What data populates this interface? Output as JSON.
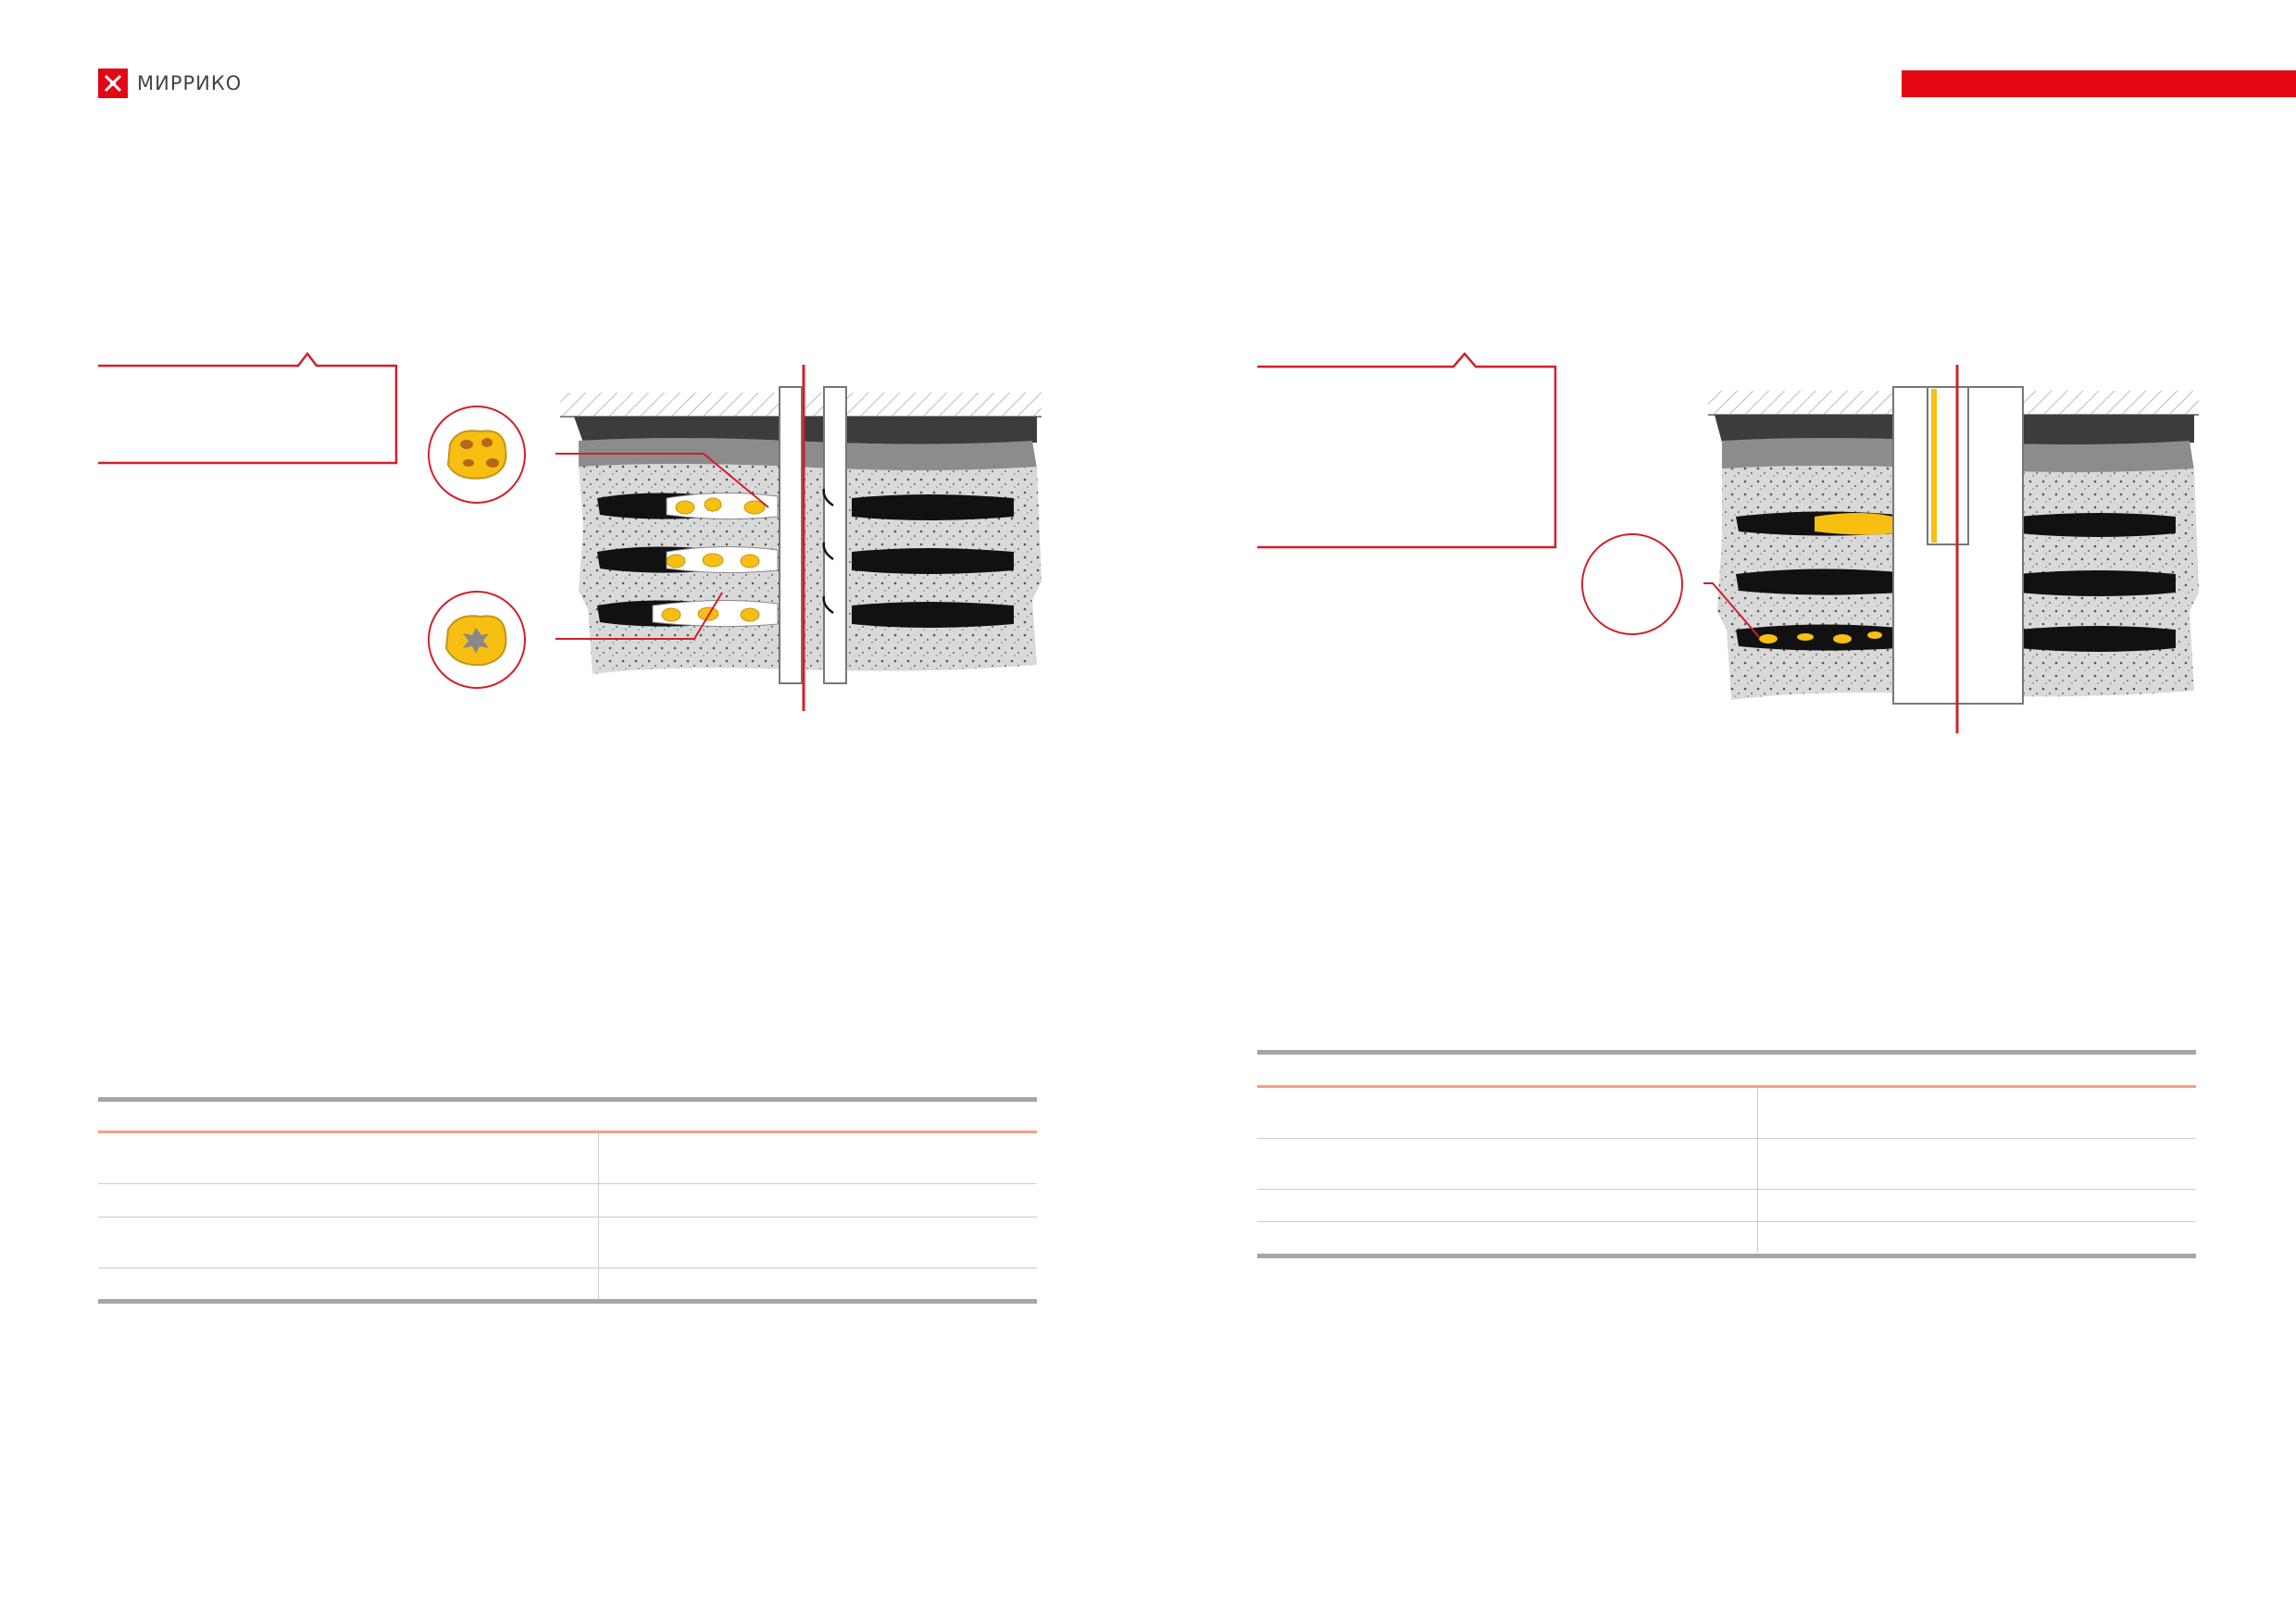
{
  "header": {
    "logo_text": "МИРРИКО",
    "brand_color": "#e30613",
    "logo_icon": "mirriko-logo-icon"
  },
  "colors": {
    "accent": "#e30613",
    "callout_line": "#d0202c",
    "table_rule": "#a6a6a6",
    "table_accent": "#f4a184",
    "oil": "#f7bf12"
  },
  "left_panel": {
    "table_rows": 5
  },
  "right_panel": {
    "table_rows": 5
  }
}
